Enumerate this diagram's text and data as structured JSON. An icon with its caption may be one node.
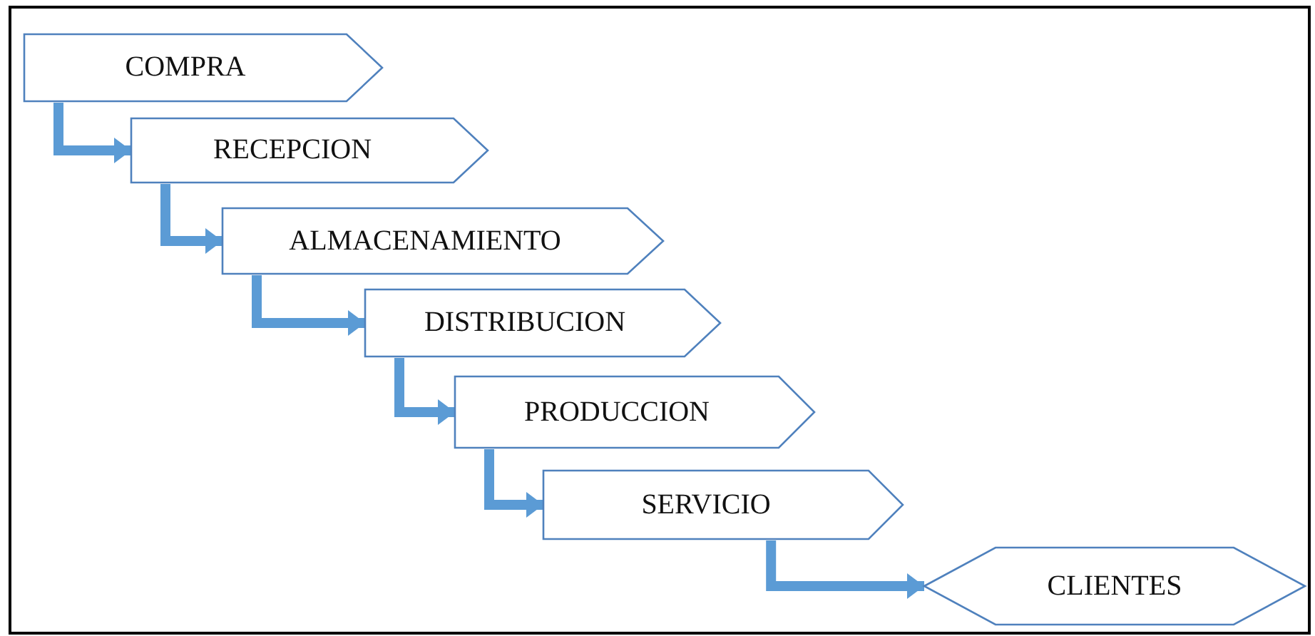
{
  "diagram": {
    "nodes": [
      {
        "text": [
          "COMPRA"
        ]
      },
      {
        "text": [
          "RECEPCION"
        ]
      },
      {
        "text": [
          "ALMACENAMIENTO"
        ]
      },
      {
        "text": [
          "DISTRIBUCION"
        ]
      },
      {
        "text": [
          "PRODUCCION"
        ]
      },
      {
        "text": [
          "SERVICIO"
        ]
      },
      {
        "text": [
          "CLIENTES"
        ]
      }
    ],
    "edges": [
      {
        "from": 0,
        "to": 1,
        "arrow": "to"
      },
      {
        "from": 1,
        "to": 2,
        "arrow": "to"
      },
      {
        "from": 2,
        "to": 3,
        "arrow": "to"
      },
      {
        "from": 3,
        "to": 4,
        "arrow": "to"
      },
      {
        "from": 4,
        "to": 5,
        "arrow": "to"
      },
      {
        "from": 5,
        "to": 6,
        "arrow": "to"
      }
    ]
  }
}
